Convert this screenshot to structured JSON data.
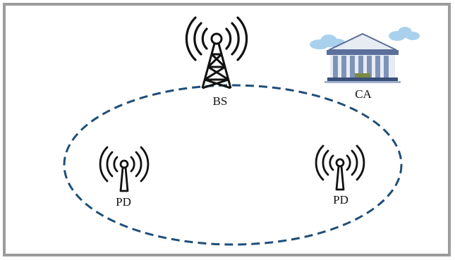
{
  "labels": {
    "bs": "BS",
    "ca": "CA",
    "pd_left": "PD",
    "pd_right": "PD"
  },
  "colors": {
    "frame": "#9c9c9c",
    "dashed_ellipse": "#1f4e79",
    "tower": "#111111",
    "cloud": "#a9d1ee",
    "building_stone": "#e7ecf3",
    "building_roof": "#5a6f9a",
    "building_columns": "#7f93b8",
    "building_base": "#394f7a",
    "building_door": "#7a8a43"
  },
  "icons": {
    "bs": "cell-tower-icon",
    "ca": "government-building-icon",
    "pd": "antenna-icon"
  }
}
